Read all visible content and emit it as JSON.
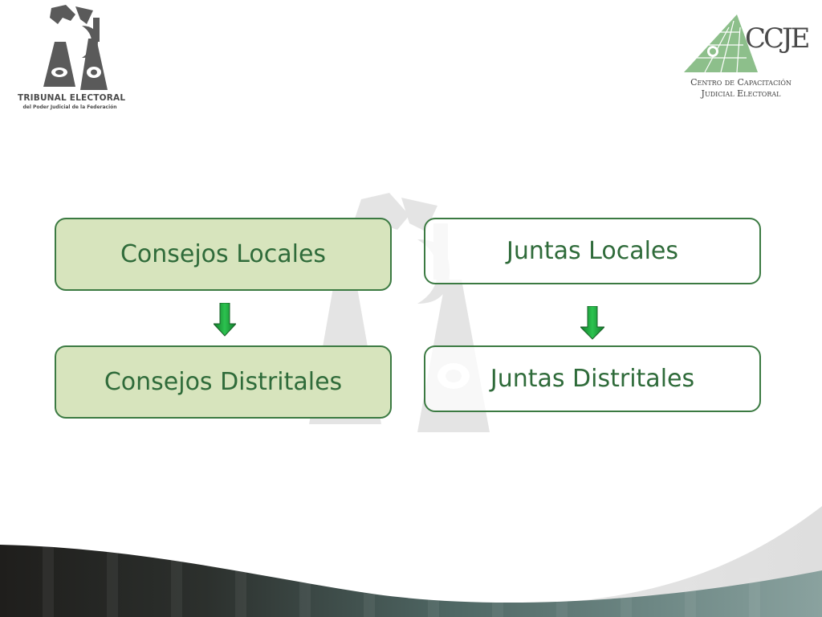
{
  "header": {
    "left_logo": {
      "name": "TRIBUNAL ELECTORAL",
      "subtitle": "del Poder Judicial de la Federación",
      "icon": "scales-emblem-icon"
    },
    "right_logo": {
      "acronym": "CCJE",
      "line1": "Centro de Capacitación",
      "line2": "Judicial Electoral",
      "icon": "building-emblem-icon"
    }
  },
  "diagram": {
    "nodes": [
      {
        "id": "consejos_locales",
        "label": "Consejos Locales",
        "style": "filled"
      },
      {
        "id": "juntas_locales",
        "label": "Juntas Locales",
        "style": "outline"
      },
      {
        "id": "consejos_distritales",
        "label": "Consejos Distritales",
        "style": "filled"
      },
      {
        "id": "juntas_distritales",
        "label": "Juntas Distritales",
        "style": "outline"
      }
    ],
    "edges": [
      {
        "from": "consejos_locales",
        "to": "consejos_distritales",
        "icon": "arrow-down-icon"
      },
      {
        "from": "juntas_locales",
        "to": "juntas_distritales",
        "icon": "arrow-down-icon"
      }
    ]
  },
  "colors": {
    "box_border": "#3b7a42",
    "box_fill": "#d7e4bd",
    "box_text": "#2f6b3a",
    "arrow_fill": "#1e9a3c",
    "logo_green": "#8dbf8b",
    "logo_gray": "#4b4b4b",
    "footer_dark": "#1f1e1c",
    "footer_teal": "#5e7c79"
  }
}
